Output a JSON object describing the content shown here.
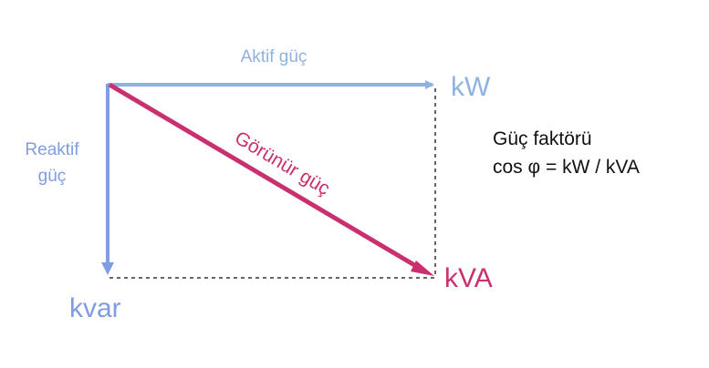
{
  "labels": {
    "active_power": "Aktif güç",
    "active_unit": "kW",
    "reactive_line1": "Reaktif",
    "reactive_line2": "güç",
    "reactive_unit": "kvar",
    "apparent_power": "Görünür güç",
    "apparent_unit": "kVA",
    "pf_title": "Güç faktörü",
    "pf_formula": "cos φ = kW / kVA"
  },
  "colors": {
    "active": "#8fb3e0",
    "reactive": "#7f9de0",
    "apparent": "#c9306e",
    "dashed": "#333333",
    "text": "#111111"
  }
}
